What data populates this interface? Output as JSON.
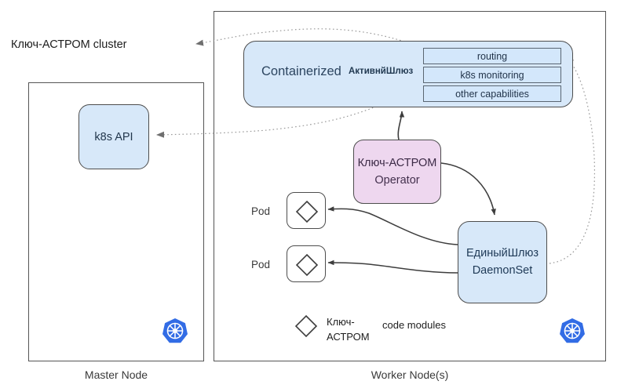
{
  "diagram": {
    "title_label": "Ключ-АСТРОМ  cluster",
    "master_node": {
      "caption": "Master Node",
      "k8s_api_label": "k8s API",
      "logo_icon": "kubernetes-logo"
    },
    "worker_node": {
      "caption": "Worker Node(s)",
      "logo_icon": "kubernetes-logo",
      "containerized": {
        "title": "Containerized",
        "subtitle": "АктивнйШлюз",
        "capabilities": [
          "routing",
          "k8s monitoring",
          "other capabilities"
        ]
      },
      "operator": {
        "line1": "Ключ-АСТРОМ",
        "line2": "Operator"
      },
      "daemonset": {
        "line1": "ЕдиныйШлюз",
        "line2": "DaemonSet"
      },
      "pods": [
        {
          "label": "Pod",
          "shape_icon": "diamond-icon"
        },
        {
          "label": "Pod",
          "shape_icon": "diamond-icon"
        }
      ],
      "legend": {
        "shape_icon": "diamond-icon",
        "label_line1": "Ключ-",
        "label_line2": "АСТРОМ",
        "description": "code modules"
      }
    }
  },
  "colors": {
    "blue_fill": "#d7e8f9",
    "pink_fill": "#eed7ef",
    "capability_fill": "#d3e7fb",
    "stroke": "#4d4d4d",
    "kubernetes_blue": "#326ce5",
    "dotted_line": "#9a9a9a"
  }
}
